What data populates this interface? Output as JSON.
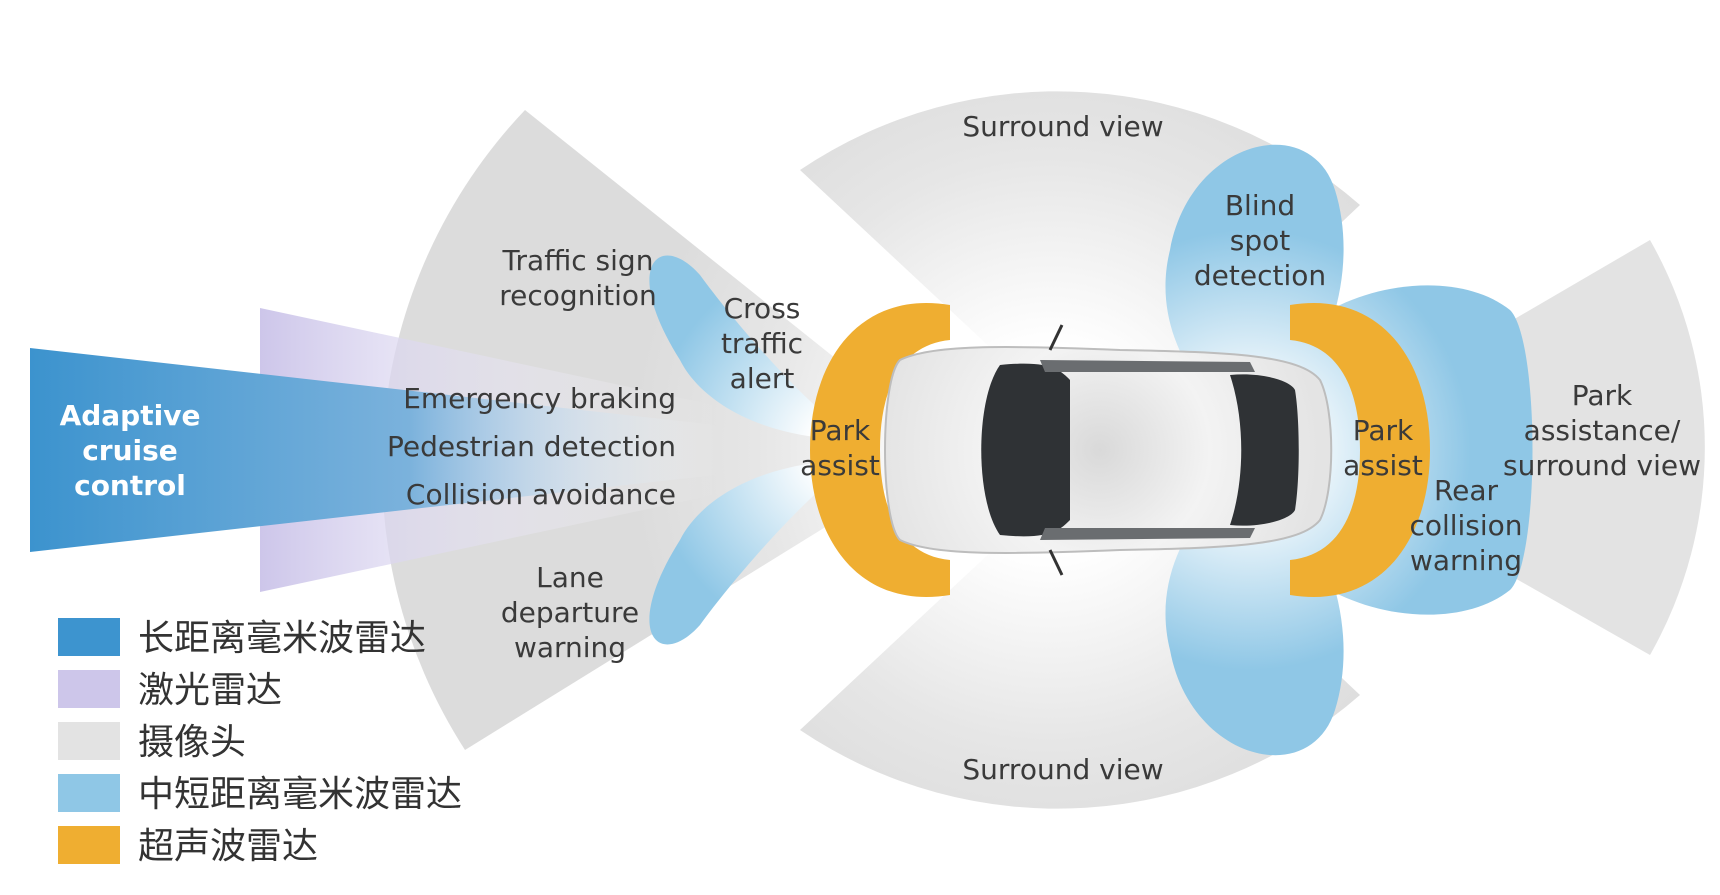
{
  "colors": {
    "long_range_radar": "#3d94cf",
    "lidar": "#cdc6ea",
    "camera": "#e3e3e3",
    "mid_short_radar": "#8fc7e6",
    "ultrasonic": "#efae31"
  },
  "labels": {
    "adaptive_cruise": [
      "Adaptive",
      "cruise",
      "control"
    ],
    "traffic_sign": [
      "Traffic sign",
      "recognition"
    ],
    "emergency_braking": "Emergency braking",
    "pedestrian_detection": "Pedestrian detection",
    "collision_avoidance": "Collision avoidance",
    "lane_departure": [
      "Lane",
      "departure",
      "warning"
    ],
    "cross_traffic": [
      "Cross",
      "traffic",
      "alert"
    ],
    "park_assist_front": [
      "Park",
      "assist"
    ],
    "park_assist_rear": [
      "Park",
      "assist"
    ],
    "surround_view_top": "Surround view",
    "surround_view_bottom": "Surround view",
    "blind_spot": [
      "Blind",
      "spot",
      "detection"
    ],
    "rear_collision": [
      "Rear",
      "collision",
      "warning"
    ],
    "park_assistance_surround": [
      "Park",
      "assistance/",
      "surround view"
    ]
  },
  "legend": [
    {
      "label": "长距离毫米波雷达",
      "color_key": "long_range_radar"
    },
    {
      "label": "激光雷达",
      "color_key": "lidar"
    },
    {
      "label": "摄像头",
      "color_key": "camera"
    },
    {
      "label": "中短距离毫米波雷达",
      "color_key": "mid_short_radar"
    },
    {
      "label": "超声波雷达",
      "color_key": "ultrasonic"
    }
  ]
}
